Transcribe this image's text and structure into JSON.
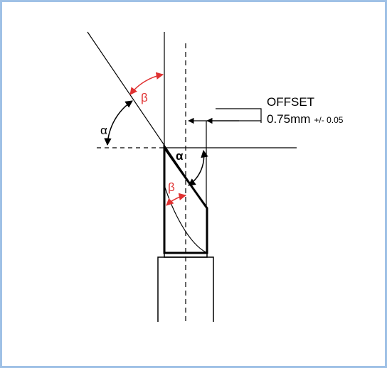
{
  "labels": {
    "alpha_left": "α",
    "beta_top": "β",
    "alpha_right": "α",
    "beta_blade": "β",
    "offset_title": "OFFSET",
    "offset_value": "0.75mm",
    "offset_tolerance": "+/- 0.05"
  },
  "colors": {
    "angle_accent": "#e03131",
    "line": "#000000",
    "frame_border": "#9fc1e6"
  }
}
